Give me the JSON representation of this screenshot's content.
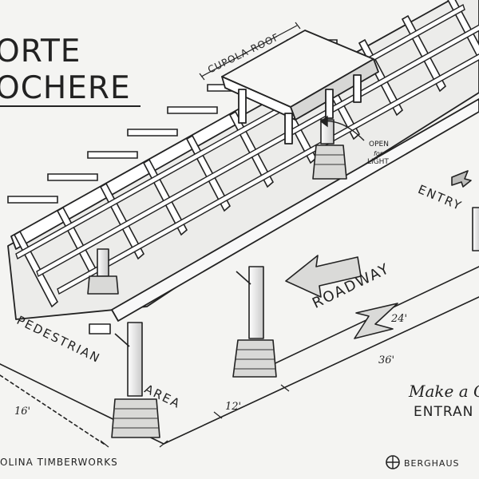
{
  "title": {
    "line1": "ORTE",
    "line2": "OCHERE"
  },
  "labels": {
    "cupola_roof": "CUPOLA ROOF",
    "open_for_light": [
      "OPEN",
      "for",
      "LIGHT"
    ],
    "entry": "ENTRY",
    "roadway": "ROADWAY",
    "pedestrian": "PEDESTRIAN",
    "area": "AREA"
  },
  "dimensions": {
    "width_24": "24'",
    "length_36": "36'",
    "spacing_12": "12'",
    "spacing_16": "16'"
  },
  "tagline": {
    "line1": "Make a G",
    "line2": "ENTRAN"
  },
  "footer": {
    "left": "OLINA TIMBERWORKS",
    "right": "BERGHAUS"
  }
}
